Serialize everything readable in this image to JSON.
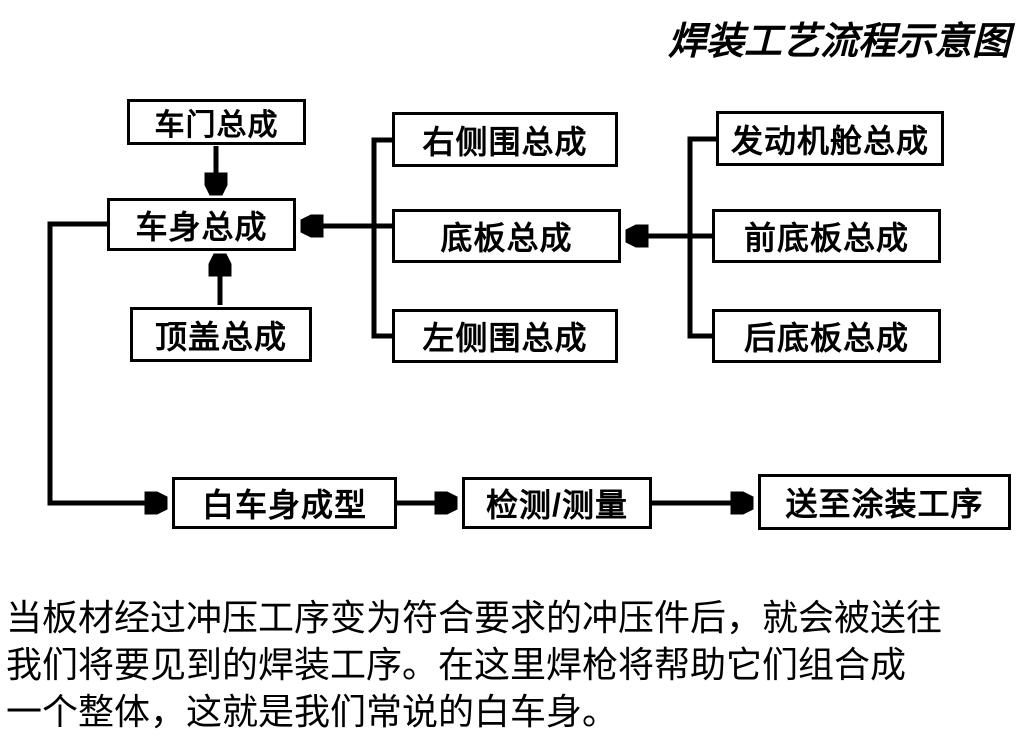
{
  "title": "焊装工艺流程示意图",
  "nodes": {
    "door": "车门总成",
    "body": "车身总成",
    "roof": "顶盖总成",
    "right_side": "右侧围总成",
    "floor": "底板总成",
    "left_side": "左侧围总成",
    "engine_bay": "发动机舱总成",
    "front_floor": "前底板总成",
    "rear_floor": "后底板总成",
    "biw": "白车身成型",
    "inspection": "检测/测量",
    "paint": "送至涂装工序"
  },
  "paragraph": {
    "lines": [
      "当板材经过冲压工序变为符合要求的冲压件后，就会被送往",
      "我们将要见到的焊装工序。在这里焊枪将帮助它们组合成",
      "一个整体，这就是我们常说的白车身。"
    ]
  },
  "colors": {
    "ink": "#000000",
    "background": "#ffffff"
  }
}
